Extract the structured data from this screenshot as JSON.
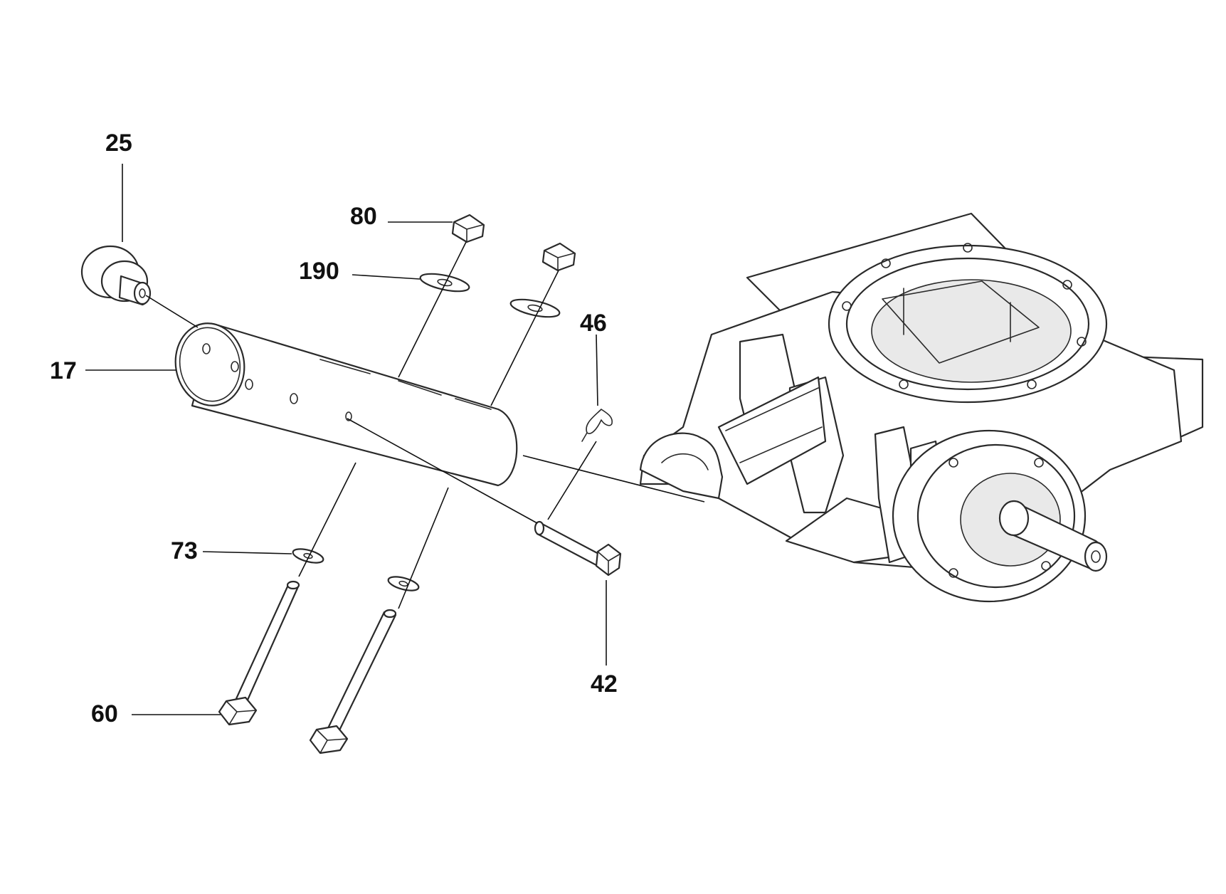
{
  "callouts": {
    "c25": "25",
    "c80": "80",
    "c190": "190",
    "c46": "46",
    "c17": "17",
    "c73": "73",
    "c42": "42",
    "c60": "60"
  },
  "colors": {
    "line": "#2a2a2a",
    "text": "#111111",
    "background": "#ffffff"
  }
}
